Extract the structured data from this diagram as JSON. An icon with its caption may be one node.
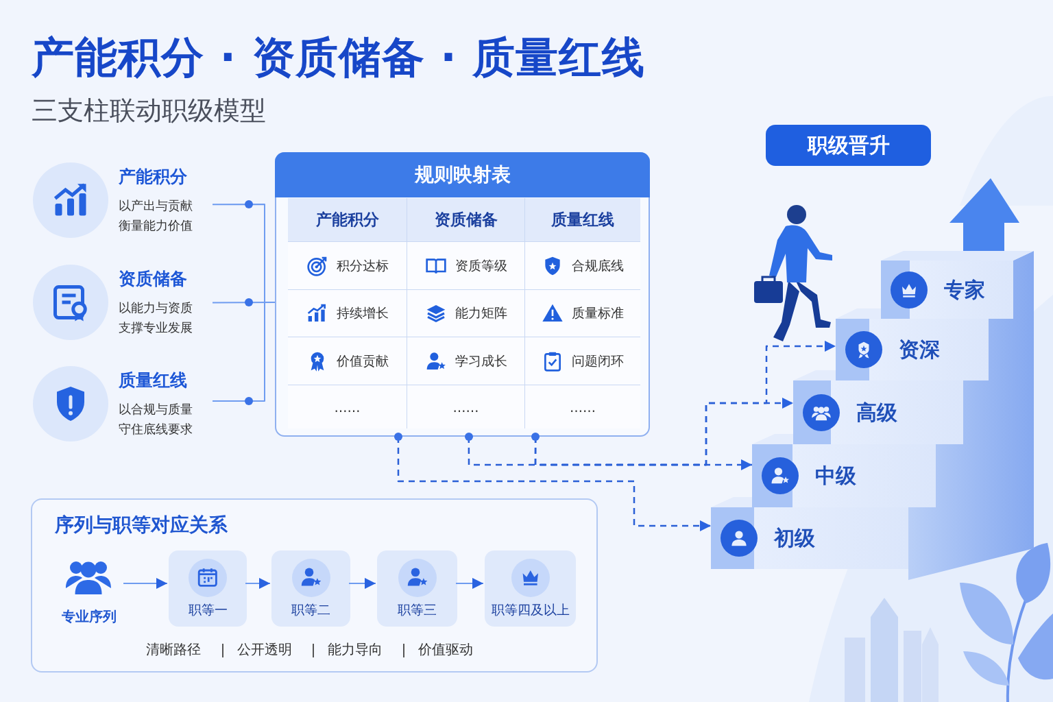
{
  "diagram": {
    "title": "产能积分 · 资质储备 · 质量红线",
    "nodes": [
      {
        "text": [
          "产能积分",
          "以产出与贡献衡量能力价值"
        ]
      },
      {
        "text": [
          "资质储备",
          "以能力与资质支撑专业发展"
        ]
      },
      {
        "text": [
          "质量红线",
          "以合规与质量守住底线要求"
        ]
      },
      {
        "text": [
          "规则映射表"
        ]
      },
      {
        "text": [
          "职级晋升"
        ]
      },
      {
        "text": [
          "专家"
        ]
      },
      {
        "text": [
          "资深"
        ]
      },
      {
        "text": [
          "高级"
        ]
      },
      {
        "text": [
          "中级"
        ]
      },
      {
        "text": [
          "初级"
        ]
      },
      {
        "text": [
          "序列与职等对应关系"
        ]
      },
      {
        "text": [
          "专业序列"
        ],
        "in": 10
      },
      {
        "text": [
          "职等一"
        ],
        "in": 10
      },
      {
        "text": [
          "职等二"
        ],
        "in": 10
      },
      {
        "text": [
          "职等三"
        ],
        "in": 10
      },
      {
        "text": [
          "职等四及以上"
        ],
        "in": 10
      }
    ],
    "edges": [
      {
        "from": 0,
        "to": 3,
        "arrow": "none"
      },
      {
        "from": 1,
        "to": 3,
        "arrow": "none"
      },
      {
        "from": 2,
        "to": 3,
        "arrow": "none"
      },
      {
        "from": 3,
        "to": 9,
        "arrow": "to",
        "style": "dashed"
      },
      {
        "from": 3,
        "to": 8,
        "arrow": "to",
        "style": "dashed"
      },
      {
        "from": 3,
        "to": 7,
        "arrow": "to",
        "style": "dashed"
      },
      {
        "from": 3,
        "to": 6,
        "arrow": "to",
        "style": "dashed"
      },
      {
        "from": 11,
        "to": 12,
        "arrow": "to"
      },
      {
        "from": 12,
        "to": 13,
        "arrow": "to"
      },
      {
        "from": 13,
        "to": 14,
        "arrow": "to"
      },
      {
        "from": 14,
        "to": 15,
        "arrow": "to"
      }
    ],
    "labels": [
      "三支柱联动职级模型",
      "产能积分",
      "资质储备",
      "质量红线",
      "积分达标",
      "资质等级",
      "合规底线",
      "持续增长",
      "能力矩阵",
      "质量标准",
      "价值贡献",
      "学习成长",
      "问题闭环",
      "……",
      "……",
      "……",
      "清晰路径",
      "公开透明",
      "能力导向",
      "价值驱动"
    ]
  }
}
